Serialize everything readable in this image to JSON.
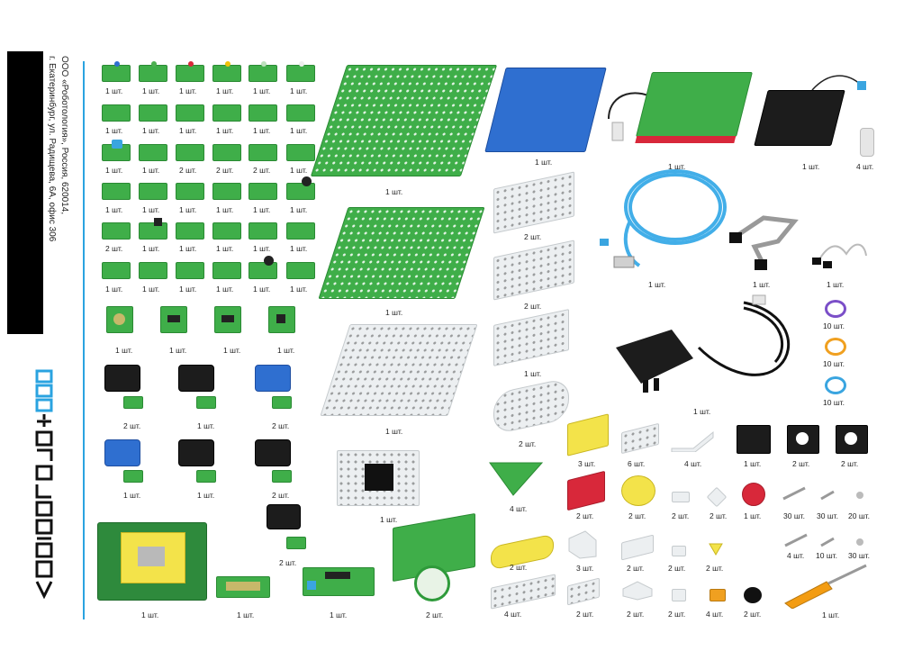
{
  "company": {
    "line1": "ООО «Роботология», Россия, 620014,",
    "line2": "г. Екатеринбург, ул. Радищева, 6А, офис 306"
  },
  "logo_text": "ROBOTOLOGIA",
  "labels": {
    "c1": "1 шт.",
    "c2": "2 шт.",
    "c3": "3 шт.",
    "c4": "4 шт.",
    "c6": "6 шт.",
    "c10": "10 шт.",
    "c20": "20 шт.",
    "c30": "30 шт."
  },
  "colors": {
    "accent_line": "#2aa3e0",
    "pcb_green": "#3fae49",
    "yellow": "#f3e34a",
    "red": "#d8283a",
    "blue": "#2f6fd0"
  }
}
